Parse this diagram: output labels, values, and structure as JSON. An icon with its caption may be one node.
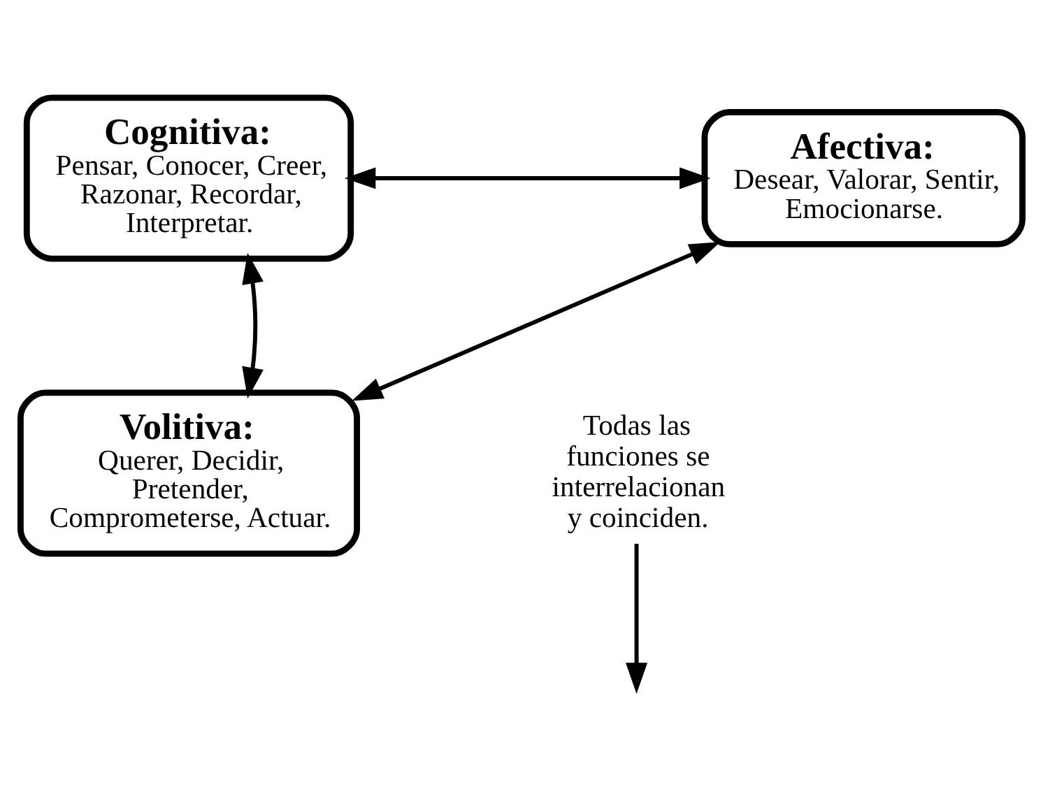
{
  "diagram": {
    "nodes": [
      {
        "text": [
          "Cognitiva:",
          "Pensar, Conocer, Creer, Razonar, Recordar, Interpretar."
        ]
      },
      {
        "text": [
          "Afectiva:",
          "Desear, Valorar, Sentir, Emocionarse."
        ]
      },
      {
        "text": [
          "Volitiva:",
          "Querer, Decidir, Pretender, Comprometerse, Actuar."
        ]
      },
      {
        "text": [
          "Todas las funciones se interrelacionan y coinciden."
        ]
      }
    ],
    "edges": [
      {
        "from": 0,
        "to": 1,
        "arrow": "both"
      },
      {
        "from": 0,
        "to": 2,
        "arrow": "both"
      },
      {
        "from": 1,
        "to": 2,
        "arrow": "both"
      },
      {
        "from": 3,
        "to": null,
        "arrow": "to"
      }
    ]
  }
}
